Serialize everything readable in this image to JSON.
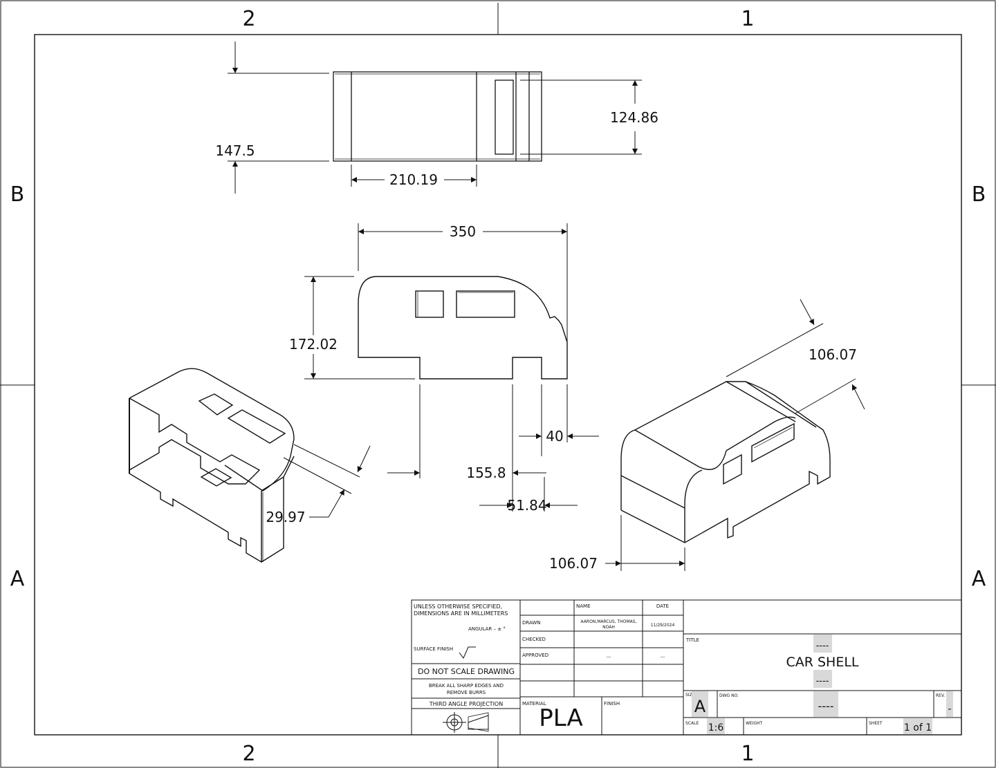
{
  "zones": {
    "col_left": "2",
    "col_right": "1",
    "row_top": "B",
    "row_bottom": "A"
  },
  "dimensions": {
    "top_view_height": "147.5",
    "top_view_window_height": "124.86",
    "top_view_length": "210.19",
    "side_length": "350",
    "side_height": "172.02",
    "notch_width": "40",
    "rear_offset": "155.8",
    "front_offset": "51.84",
    "iso_left_thickness": "29.97",
    "iso_right_depth_top": "106.07",
    "iso_right_depth_bottom": "106.07"
  },
  "title_block": {
    "tolerance_note_line1": "UNLESS OTHERWISE SPECIFIED,",
    "tolerance_note_line2": "DIMENSIONS ARE IN MILLIMETERS",
    "angular": "ANGULAR – ± °",
    "surface_finish": "SURFACE FINISH",
    "do_not_scale": "DO NOT SCALE DRAWING",
    "break_edges_line1": "BREAK ALL SHARP EDGES AND",
    "break_edges_line2": "REMOVE BURRS",
    "projection": "THIRD ANGLE PROJECTION",
    "name_header": "NAME",
    "date_header": "DATE",
    "drawn_label": "DRAWN",
    "drawn_name_line1": "AARON,MARCUS, THOMAS,",
    "drawn_name_line2": "NOAH",
    "drawn_date": "11/29/2024",
    "checked_label": "CHECKED",
    "approved_label": "APPROVED",
    "approved_name": "---",
    "approved_date": "---",
    "material_label": "MATERIAL",
    "material_value": "PLA",
    "finish_label": "FINISH",
    "title_label": "TITLE",
    "title_top_placeholder": "----",
    "title_value": "CAR SHELL",
    "title_bottom_placeholder": "----",
    "size_label": "SIZE",
    "size_value": "A",
    "dwg_no_label": "DWG NO.",
    "dwg_no_value": "----",
    "rev_label": "REV.",
    "rev_value": "-",
    "scale_label": "SCALE",
    "scale_value": "1:6",
    "weight_label": "WEIGHT",
    "sheet_label": "SHEET",
    "sheet_value": "1 of 1"
  }
}
